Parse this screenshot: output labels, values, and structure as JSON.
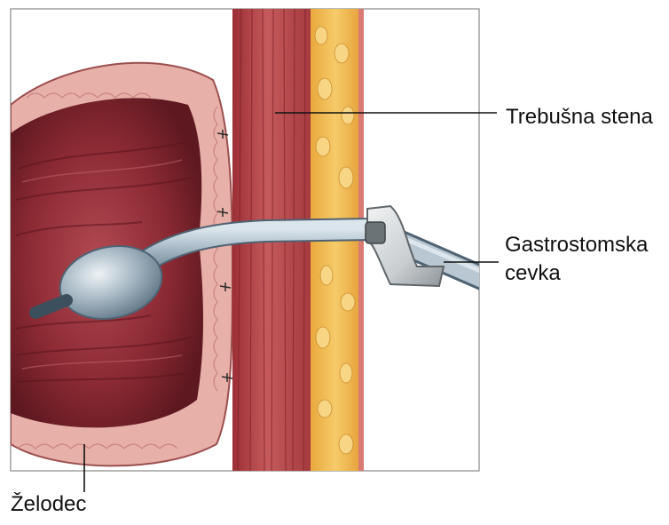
{
  "labels": {
    "abdominal_wall": "Trebušna stena",
    "gastrostomy_tube_line1": "Gastrostomska",
    "gastrostomy_tube_line2": "cevka",
    "stomach": "Želodec"
  },
  "colors": {
    "muscle": "#b8464a",
    "muscle_dark": "#7e1f27",
    "fat": "#efb548",
    "stomach_wall": "#e9b4ad",
    "stomach_lumen": "#8e2c35",
    "tube": "#a8b9c6",
    "panel_border": "#9a9a9a"
  }
}
